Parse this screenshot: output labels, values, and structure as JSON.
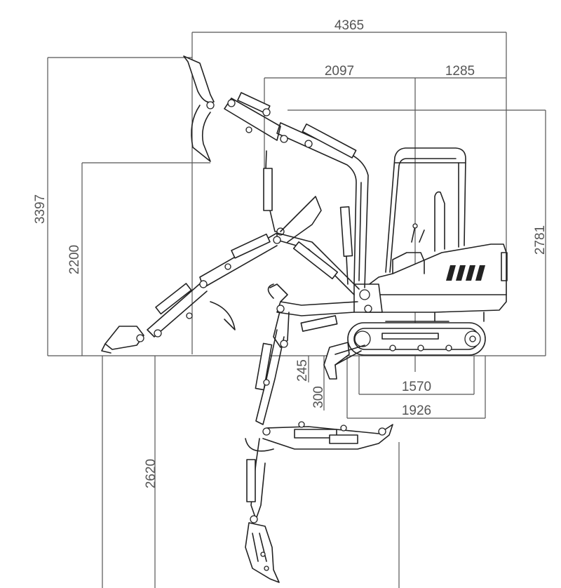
{
  "dimensions": {
    "overall_length": "4365",
    "reach_front": "2097",
    "rear_length": "1285",
    "max_dig_height": "3397",
    "max_dump_height": "2200",
    "overall_height": "2781",
    "max_dig_depth": "2620",
    "ground_clearance": "245",
    "blade_depth": "300",
    "tumbler_length": "1570",
    "track_length": "1926"
  }
}
